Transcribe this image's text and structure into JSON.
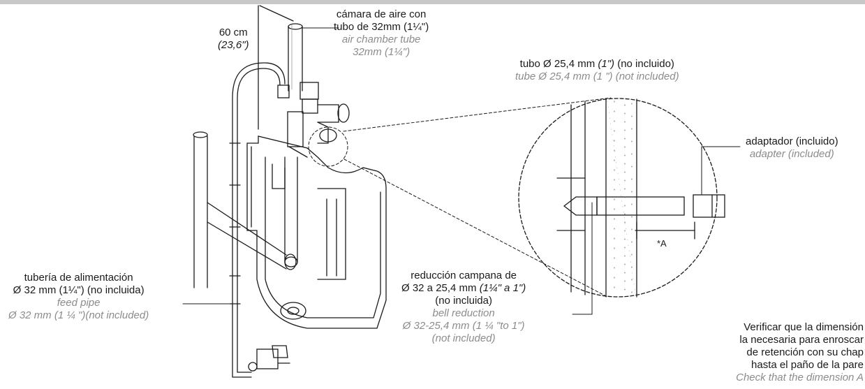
{
  "labels": {
    "air_chamber": {
      "es": "cámara de aire con",
      "es2": "tubo de 32mm (1¼\")",
      "en": "air chamber tube",
      "en2": "32mm (1¼\")"
    },
    "length": {
      "value": "60 cm",
      "inches": "(23,6\")"
    },
    "tube": {
      "es_a": "tubo Ø 25,4 mm ",
      "es_b": "(1\")",
      "es_c": " (no incluido)",
      "en": "tube Ø 25,4 mm (1 \") (not included)"
    },
    "adapter": {
      "es": "adaptador (incluido)",
      "en": "adapter (included)"
    },
    "dim_a": "*A",
    "feed_pipe": {
      "es": "tubería de alimentación",
      "es2": "Ø 32 mm (1¼\") (no incluida)",
      "en": "feed pipe",
      "en2": "Ø 32 mm (1 ¼ \")(not included)"
    },
    "bell_reduction": {
      "es": "reducción campana de",
      "es2_a": "Ø 32 a 25,4 mm ",
      "es2_b": "(1¼\" a 1\")",
      "es3": "(no incluida)",
      "en": "bell reduction",
      "en2": "Ø 32-25,4 mm (1 ¼ \"to 1\")",
      "en3": "(not included)"
    },
    "verify": {
      "l1": "Verificar que la dimensión",
      "l2": "la necesaria para enroscar",
      "l3": "de retención con su chap",
      "l4": "hasta el paño de la pare",
      "en": "Check that the dimension A"
    }
  },
  "colors": {
    "line": "#1a1a1a",
    "english": "#8c8c8c",
    "band": "#c8c8c8"
  }
}
